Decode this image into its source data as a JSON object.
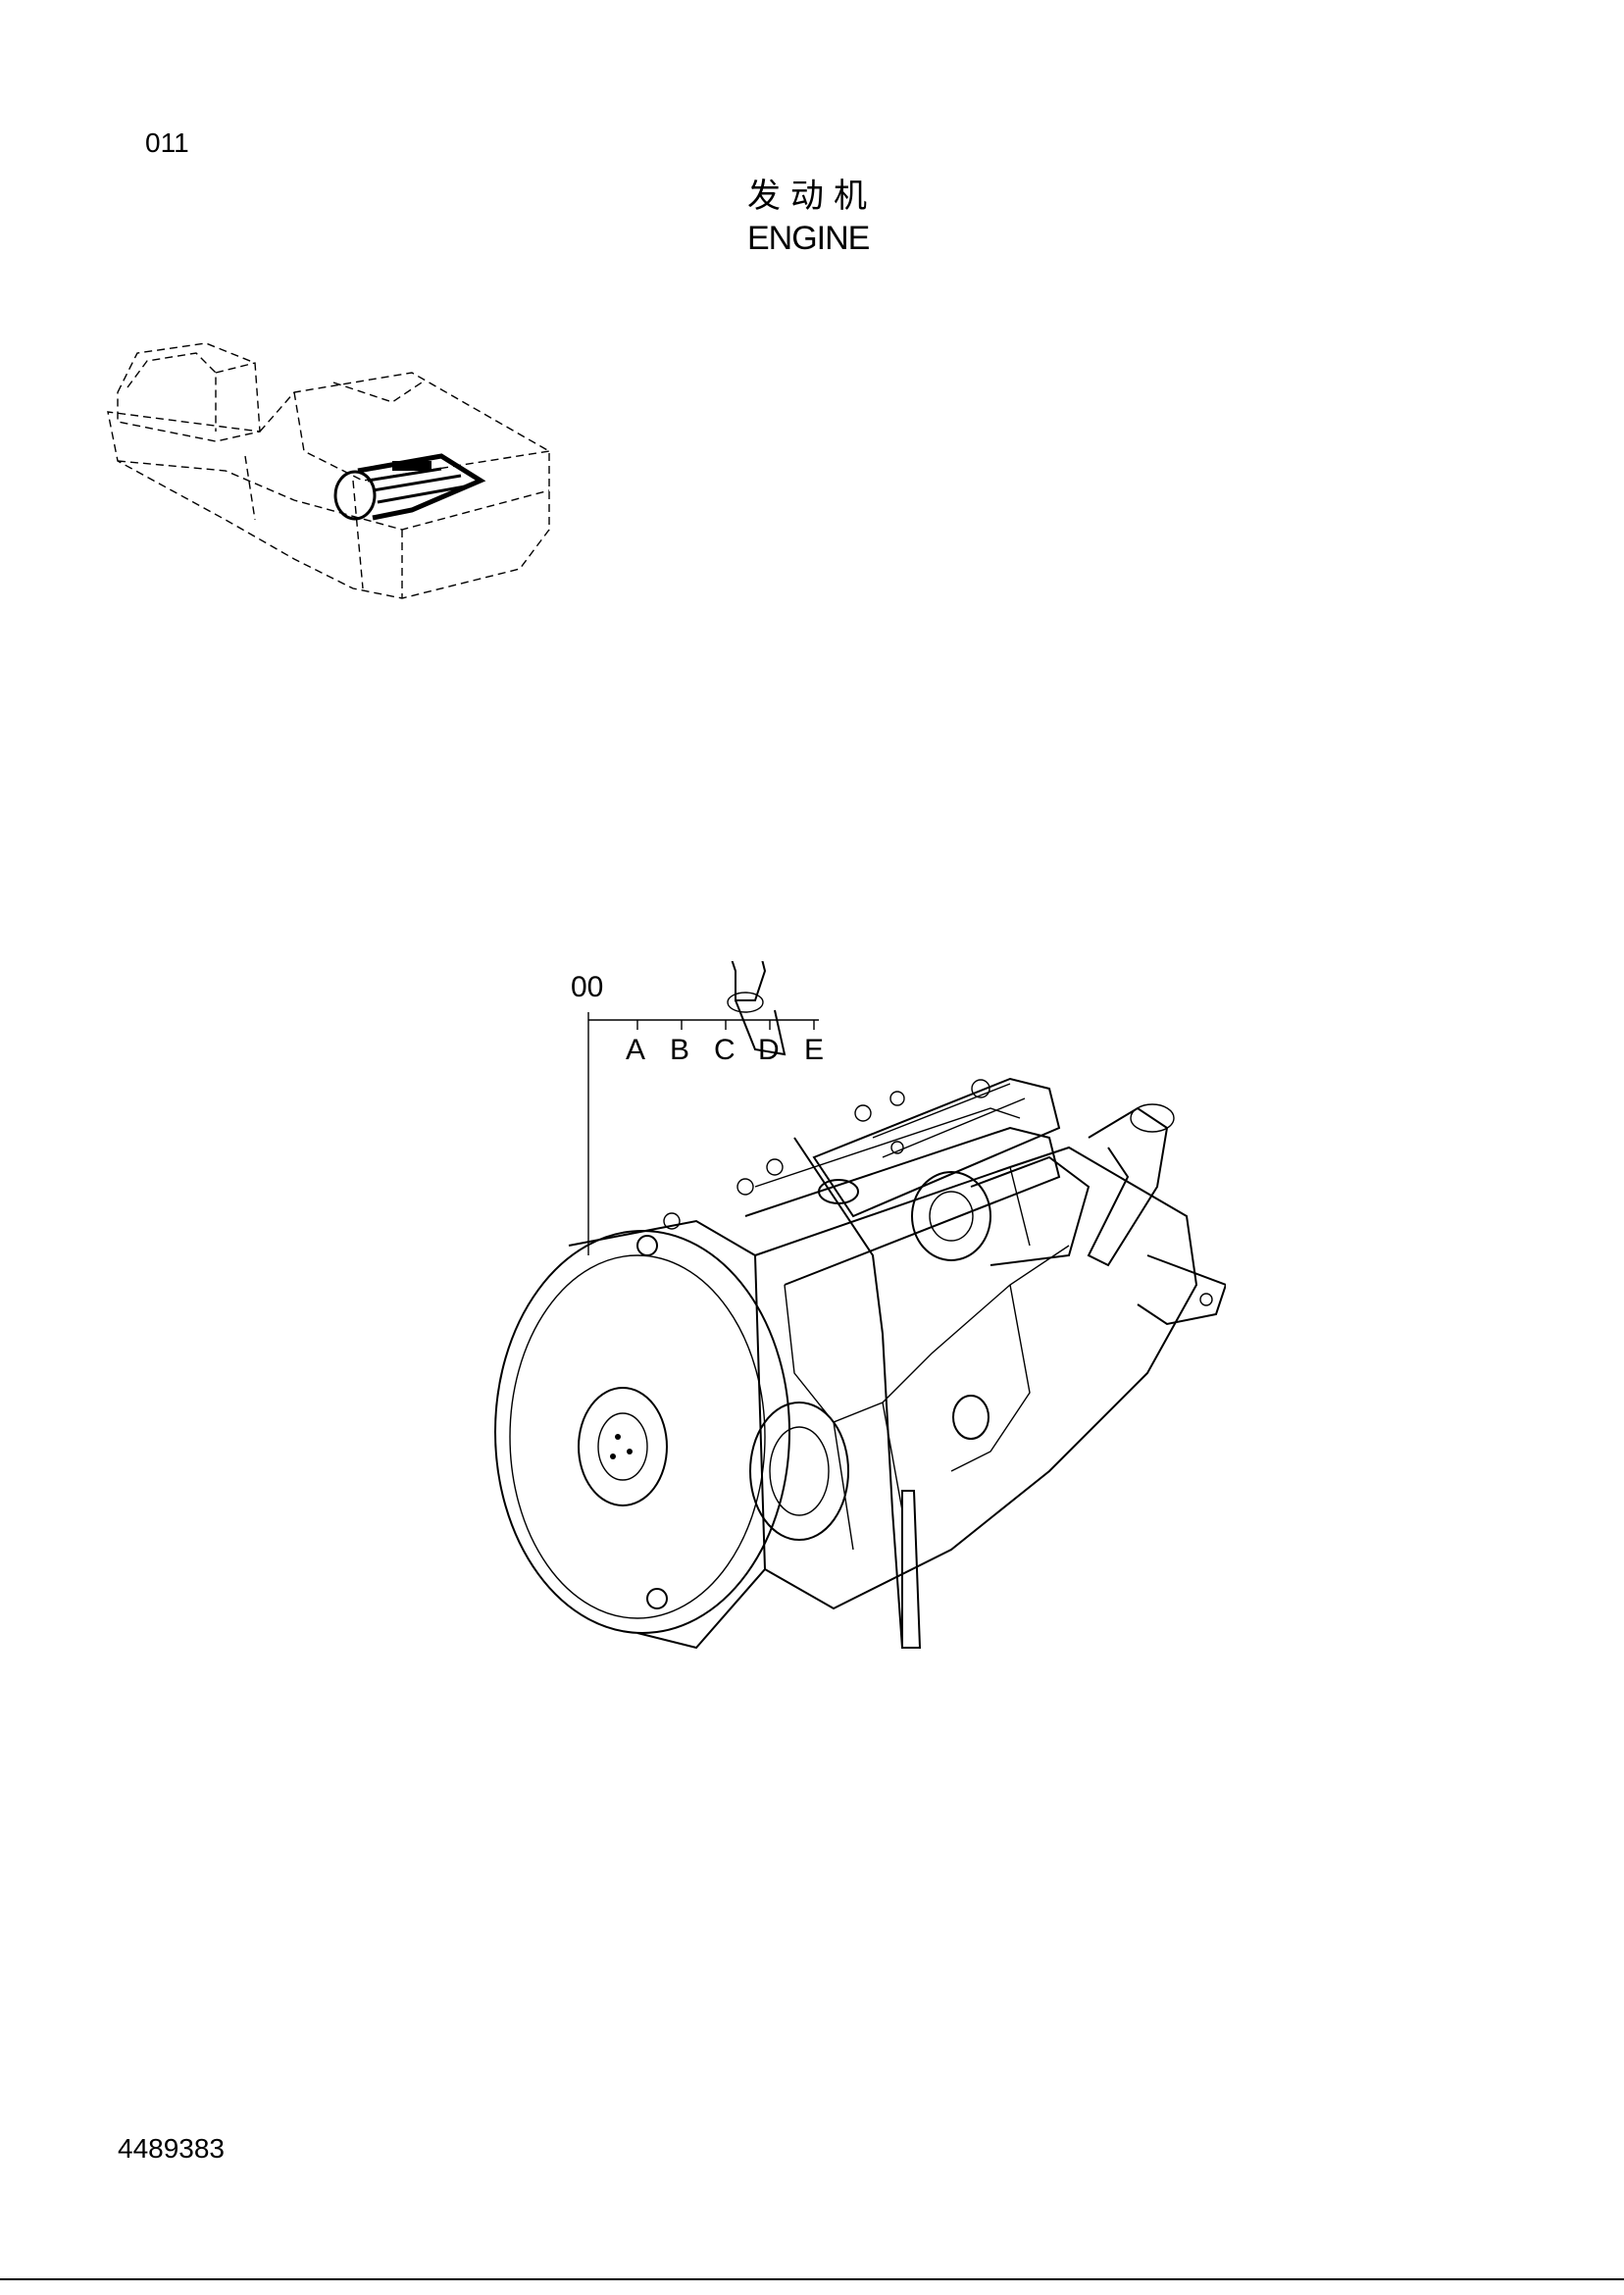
{
  "header": {
    "page_number": "011",
    "title_cn": "发动机",
    "title_en": "ENGINE"
  },
  "callouts": {
    "assembly_code": "00",
    "variants": [
      "A",
      "B",
      "C",
      "D",
      "E"
    ]
  },
  "footer": {
    "doc_number": "4489383"
  }
}
